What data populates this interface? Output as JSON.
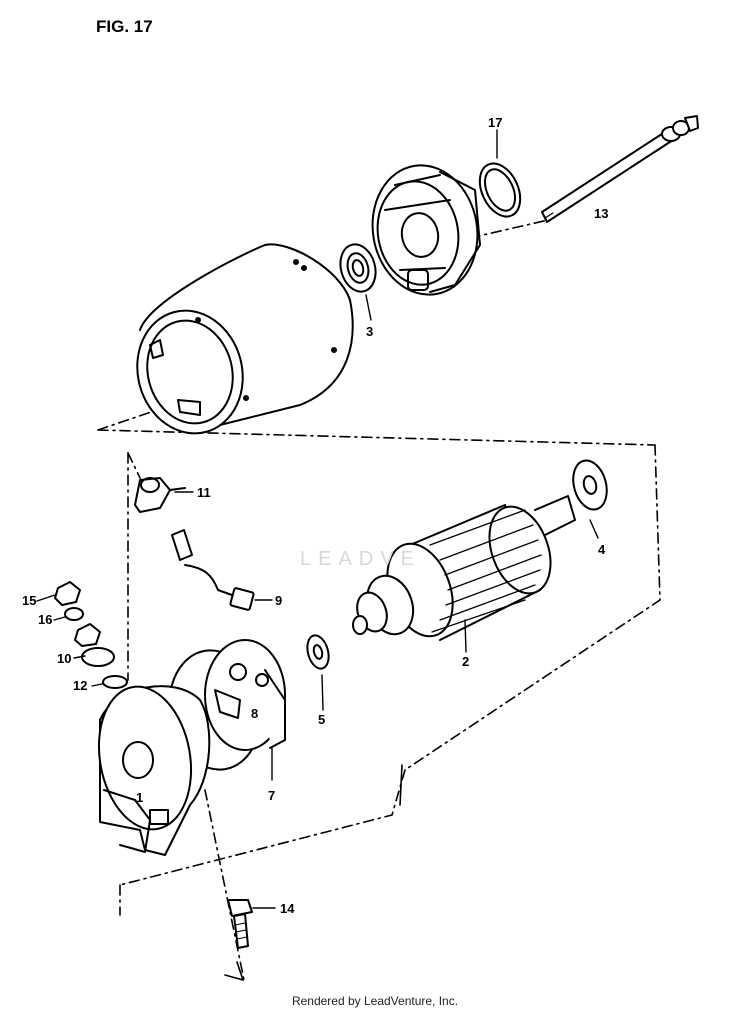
{
  "figure": {
    "title": "FIG. 17"
  },
  "watermark": {
    "text": "LEADVE"
  },
  "footer": {
    "text": "Rendered by LeadVenture, Inc."
  },
  "callouts": [
    {
      "number": "17",
      "part": "o-ring"
    },
    {
      "number": "13",
      "part": "through-bolt"
    },
    {
      "number": "3",
      "part": "bearing"
    },
    {
      "number": "11",
      "part": "terminal"
    },
    {
      "number": "9",
      "part": "brush"
    },
    {
      "number": "4",
      "part": "washer"
    },
    {
      "number": "15",
      "part": "nut"
    },
    {
      "number": "16",
      "part": "washer"
    },
    {
      "number": "10",
      "part": "nut-washer"
    },
    {
      "number": "12",
      "part": "o-ring"
    },
    {
      "number": "2",
      "part": "armature"
    },
    {
      "number": "8",
      "part": "brush-spring"
    },
    {
      "number": "5",
      "part": "washer"
    },
    {
      "number": "7",
      "part": "brush-holder"
    },
    {
      "number": "1",
      "part": "housing-end"
    },
    {
      "number": "14",
      "part": "bolt"
    }
  ]
}
